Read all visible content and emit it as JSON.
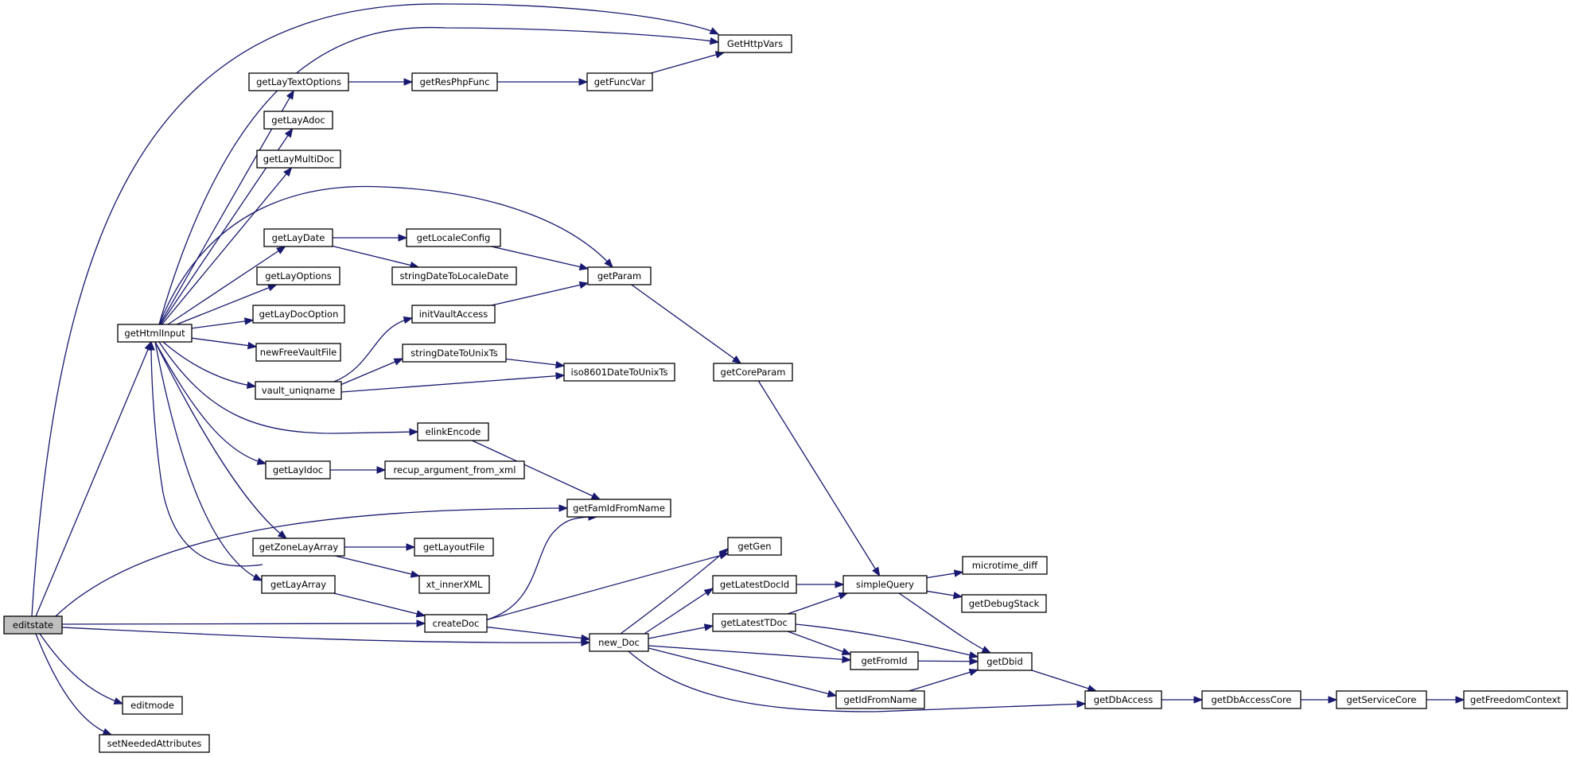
{
  "graph": {
    "root": "editstate",
    "nodes": [
      {
        "id": "editstate",
        "label": "editstate",
        "root": true
      },
      {
        "id": "getHtmlInput",
        "label": "getHtmlInput"
      },
      {
        "id": "editmode",
        "label": "editmode"
      },
      {
        "id": "setNeededAttributes",
        "label": "setNeededAttributes"
      },
      {
        "id": "GetHttpVars",
        "label": "GetHttpVars"
      },
      {
        "id": "getLayTextOptions",
        "label": "getLayTextOptions"
      },
      {
        "id": "getResPhpFunc",
        "label": "getResPhpFunc"
      },
      {
        "id": "getFuncVar",
        "label": "getFuncVar"
      },
      {
        "id": "getLayAdoc",
        "label": "getLayAdoc"
      },
      {
        "id": "getLayMultiDoc",
        "label": "getLayMultiDoc"
      },
      {
        "id": "getLayDate",
        "label": "getLayDate"
      },
      {
        "id": "getLocaleConfig",
        "label": "getLocaleConfig"
      },
      {
        "id": "stringDateToLocaleDate",
        "label": "stringDateToLocaleDate"
      },
      {
        "id": "getParam",
        "label": "getParam"
      },
      {
        "id": "getLayOptions",
        "label": "getLayOptions"
      },
      {
        "id": "getLayDocOption",
        "label": "getLayDocOption"
      },
      {
        "id": "initVaultAccess",
        "label": "initVaultAccess"
      },
      {
        "id": "newFreeVaultFile",
        "label": "newFreeVaultFile"
      },
      {
        "id": "stringDateToUnixTs",
        "label": "stringDateToUnixTs"
      },
      {
        "id": "iso8601DateToUnixTs",
        "label": "iso8601DateToUnixTs"
      },
      {
        "id": "vault_uniqname",
        "label": "vault_uniqname"
      },
      {
        "id": "getCoreParam",
        "label": "getCoreParam"
      },
      {
        "id": "elinkEncode",
        "label": "elinkEncode"
      },
      {
        "id": "getLayIdoc",
        "label": "getLayIdoc"
      },
      {
        "id": "recup_argument_from_xml",
        "label": "recup_argument_from_xml"
      },
      {
        "id": "getFamIdFromName",
        "label": "getFamIdFromName"
      },
      {
        "id": "getZoneLayArray",
        "label": "getZoneLayArray"
      },
      {
        "id": "getLayoutFile",
        "label": "getLayoutFile"
      },
      {
        "id": "getGen",
        "label": "getGen"
      },
      {
        "id": "xt_innerXML",
        "label": "xt_innerXML"
      },
      {
        "id": "getLayArray",
        "label": "getLayArray"
      },
      {
        "id": "getLatestDocId",
        "label": "getLatestDocId"
      },
      {
        "id": "simpleQuery",
        "label": "simpleQuery"
      },
      {
        "id": "microtime_diff",
        "label": "microtime_diff"
      },
      {
        "id": "createDoc",
        "label": "createDoc"
      },
      {
        "id": "getLatestTDoc",
        "label": "getLatestTDoc"
      },
      {
        "id": "getDebugStack",
        "label": "getDebugStack"
      },
      {
        "id": "new_Doc",
        "label": "new_Doc"
      },
      {
        "id": "getFromId",
        "label": "getFromId"
      },
      {
        "id": "getDbid",
        "label": "getDbid"
      },
      {
        "id": "getIdFromName",
        "label": "getIdFromName"
      },
      {
        "id": "getDbAccess",
        "label": "getDbAccess"
      },
      {
        "id": "getDbAccessCore",
        "label": "getDbAccessCore"
      },
      {
        "id": "getServiceCore",
        "label": "getServiceCore"
      },
      {
        "id": "getFreedomContext",
        "label": "getFreedomContext"
      }
    ],
    "edges": [
      [
        "editstate",
        "GetHttpVars"
      ],
      [
        "editstate",
        "getHtmlInput"
      ],
      [
        "editstate",
        "getFamIdFromName"
      ],
      [
        "editstate",
        "createDoc"
      ],
      [
        "editstate",
        "new_Doc"
      ],
      [
        "editstate",
        "editmode"
      ],
      [
        "editstate",
        "setNeededAttributes"
      ],
      [
        "getHtmlInput",
        "GetHttpVars"
      ],
      [
        "getHtmlInput",
        "getLayTextOptions"
      ],
      [
        "getHtmlInput",
        "getLayAdoc"
      ],
      [
        "getHtmlInput",
        "getLayMultiDoc"
      ],
      [
        "getHtmlInput",
        "getParam"
      ],
      [
        "getHtmlInput",
        "getLayDate"
      ],
      [
        "getHtmlInput",
        "getLayOptions"
      ],
      [
        "getHtmlInput",
        "getLayDocOption"
      ],
      [
        "getHtmlInput",
        "newFreeVaultFile"
      ],
      [
        "getHtmlInput",
        "vault_uniqname"
      ],
      [
        "getHtmlInput",
        "elinkEncode"
      ],
      [
        "getHtmlInput",
        "getLayIdoc"
      ],
      [
        "getHtmlInput",
        "getZoneLayArray"
      ],
      [
        "getHtmlInput",
        "getLayArray"
      ],
      [
        "getLayArray",
        "getHtmlInput"
      ],
      [
        "getLayArray",
        "createDoc"
      ],
      [
        "getLayTextOptions",
        "getResPhpFunc"
      ],
      [
        "getResPhpFunc",
        "getFuncVar"
      ],
      [
        "getFuncVar",
        "GetHttpVars"
      ],
      [
        "getLayDate",
        "getLocaleConfig"
      ],
      [
        "getLayDate",
        "stringDateToLocaleDate"
      ],
      [
        "getLocaleConfig",
        "getParam"
      ],
      [
        "initVaultAccess",
        "getParam"
      ],
      [
        "getParam",
        "getCoreParam"
      ],
      [
        "vault_uniqname",
        "initVaultAccess"
      ],
      [
        "vault_uniqname",
        "stringDateToUnixTs"
      ],
      [
        "vault_uniqname",
        "iso8601DateToUnixTs"
      ],
      [
        "stringDateToUnixTs",
        "iso8601DateToUnixTs"
      ],
      [
        "getCoreParam",
        "simpleQuery"
      ],
      [
        "elinkEncode",
        "getFamIdFromName"
      ],
      [
        "getLayIdoc",
        "recup_argument_from_xml"
      ],
      [
        "getZoneLayArray",
        "getLayoutFile"
      ],
      [
        "getZoneLayArray",
        "xt_innerXML"
      ],
      [
        "createDoc",
        "getFamIdFromName"
      ],
      [
        "createDoc",
        "getGen"
      ],
      [
        "createDoc",
        "new_Doc"
      ],
      [
        "new_Doc",
        "getGen"
      ],
      [
        "new_Doc",
        "getLatestDocId"
      ],
      [
        "new_Doc",
        "getLatestTDoc"
      ],
      [
        "new_Doc",
        "getFromId"
      ],
      [
        "new_Doc",
        "getIdFromName"
      ],
      [
        "new_Doc",
        "getDbAccess"
      ],
      [
        "getLatestDocId",
        "simpleQuery"
      ],
      [
        "getLatestTDoc",
        "simpleQuery"
      ],
      [
        "getLatestTDoc",
        "getFromId"
      ],
      [
        "getLatestTDoc",
        "getDbid"
      ],
      [
        "simpleQuery",
        "microtime_diff"
      ],
      [
        "simpleQuery",
        "getDebugStack"
      ],
      [
        "simpleQuery",
        "getDbid"
      ],
      [
        "getFromId",
        "getDbid"
      ],
      [
        "getIdFromName",
        "getDbid"
      ],
      [
        "getDbid",
        "getDbAccess"
      ],
      [
        "getDbAccess",
        "getDbAccessCore"
      ],
      [
        "getDbAccessCore",
        "getServiceCore"
      ],
      [
        "getServiceCore",
        "getFreedomContext"
      ]
    ]
  }
}
